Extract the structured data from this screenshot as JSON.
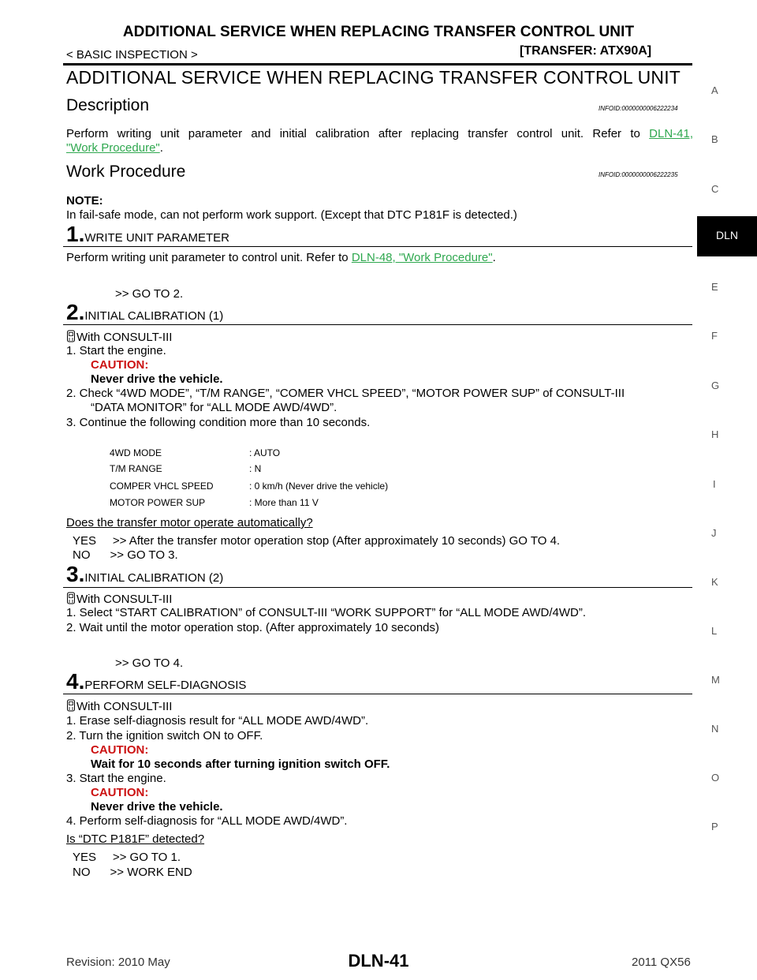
{
  "header": {
    "title": "ADDITIONAL SERVICE WHEN REPLACING TRANSFER CONTROL UNIT",
    "left": "< BASIC INSPECTION >",
    "right": "[TRANSFER: ATX90A]"
  },
  "main_title": "ADDITIONAL SERVICE WHEN REPLACING TRANSFER CONTROL UNIT",
  "description": {
    "title": "Description",
    "infoid": "INFOID:0000000006222234",
    "text": "Perform writing unit parameter and initial calibration after replacing transfer control unit. Refer to",
    "link1": "DLN-41,",
    "link2": "\"Work Procedure\"",
    "end": "."
  },
  "work_procedure": {
    "title": "Work Procedure",
    "infoid": "INFOID:0000000006222235",
    "note_label": "NOTE:",
    "note_text": "In fail-safe mode, can not perform work support. (Except that DTC P181F is detected.)"
  },
  "step1": {
    "num": "1.",
    "title": "WRITE UNIT PARAMETER",
    "text": "Perform writing unit parameter to control unit. Refer to",
    "link": "DLN-48, \"Work Procedure\"",
    "end": ".",
    "goto": ">> GO TO 2."
  },
  "step2": {
    "num": "2.",
    "title": "INITIAL CALIBRATION (1)",
    "with": "With CONSULT-III",
    "i1": "1.  Start the engine.",
    "caution": "CAUTION:",
    "caution_text": "Never drive the vehicle.",
    "i2a": "2.  Check “4WD MODE”, “T/M RANGE”, “COMER VHCL SPEED”, “MOTOR POWER SUP” of CONSULT-III",
    "i2b": "“DATA MONITOR” for “ALL MODE AWD/4WD”.",
    "i3": "3.  Continue the following condition more than 10 seconds.",
    "table": [
      {
        "k": "4WD MODE",
        "v": ": AUTO"
      },
      {
        "k": "T/M RANGE",
        "v": ": N"
      },
      {
        "k": "COMPER VHCL SPEED",
        "v": ": 0 km/h (Never drive the vehicle)"
      },
      {
        "k": "MOTOR POWER SUP",
        "v": ": More than 11 V"
      }
    ],
    "question": "Does the transfer motor operate automatically?",
    "yes": "YES     >> After the transfer motor operation stop (After approximately 10 seconds) GO TO 4.",
    "no": "NO      >> GO TO 3."
  },
  "step3": {
    "num": "3.",
    "title": "INITIAL CALIBRATION (2)",
    "with": "With CONSULT-III",
    "i1": "1.  Select “START CALIBRATION” of CONSULT-III “WORK SUPPORT” for “ALL MODE AWD/4WD”.",
    "i2": "2.  Wait until the motor operation stop. (After approximately 10 seconds)",
    "goto": ">> GO TO 4."
  },
  "step4": {
    "num": "4.",
    "title": "PERFORM SELF-DIAGNOSIS",
    "with": "With CONSULT-III",
    "i1": "1.  Erase self-diagnosis result for “ALL MODE AWD/4WD”.",
    "i2": "2.  Turn the ignition switch ON to OFF.",
    "caution1": "CAUTION:",
    "caution1_text": "Wait for 10 seconds after turning ignition switch OFF.",
    "i3": "3.  Start the engine.",
    "caution2": "CAUTION:",
    "caution2_text": "Never drive the vehicle.",
    "i4": "4.  Perform self-diagnosis for “ALL MODE AWD/4WD”.",
    "question": "Is “DTC P181F” detected?",
    "yes": "YES     >> GO TO 1.",
    "no": "NO      >> WORK END"
  },
  "side_index": [
    "A",
    "B",
    "C",
    "DLN",
    "E",
    "F",
    "G",
    "H",
    "I",
    "J",
    "K",
    "L",
    "M",
    "N",
    "O",
    "P"
  ],
  "footer": {
    "left": "Revision: 2010 May",
    "center": "DLN-41",
    "right": "2011 QX56"
  }
}
